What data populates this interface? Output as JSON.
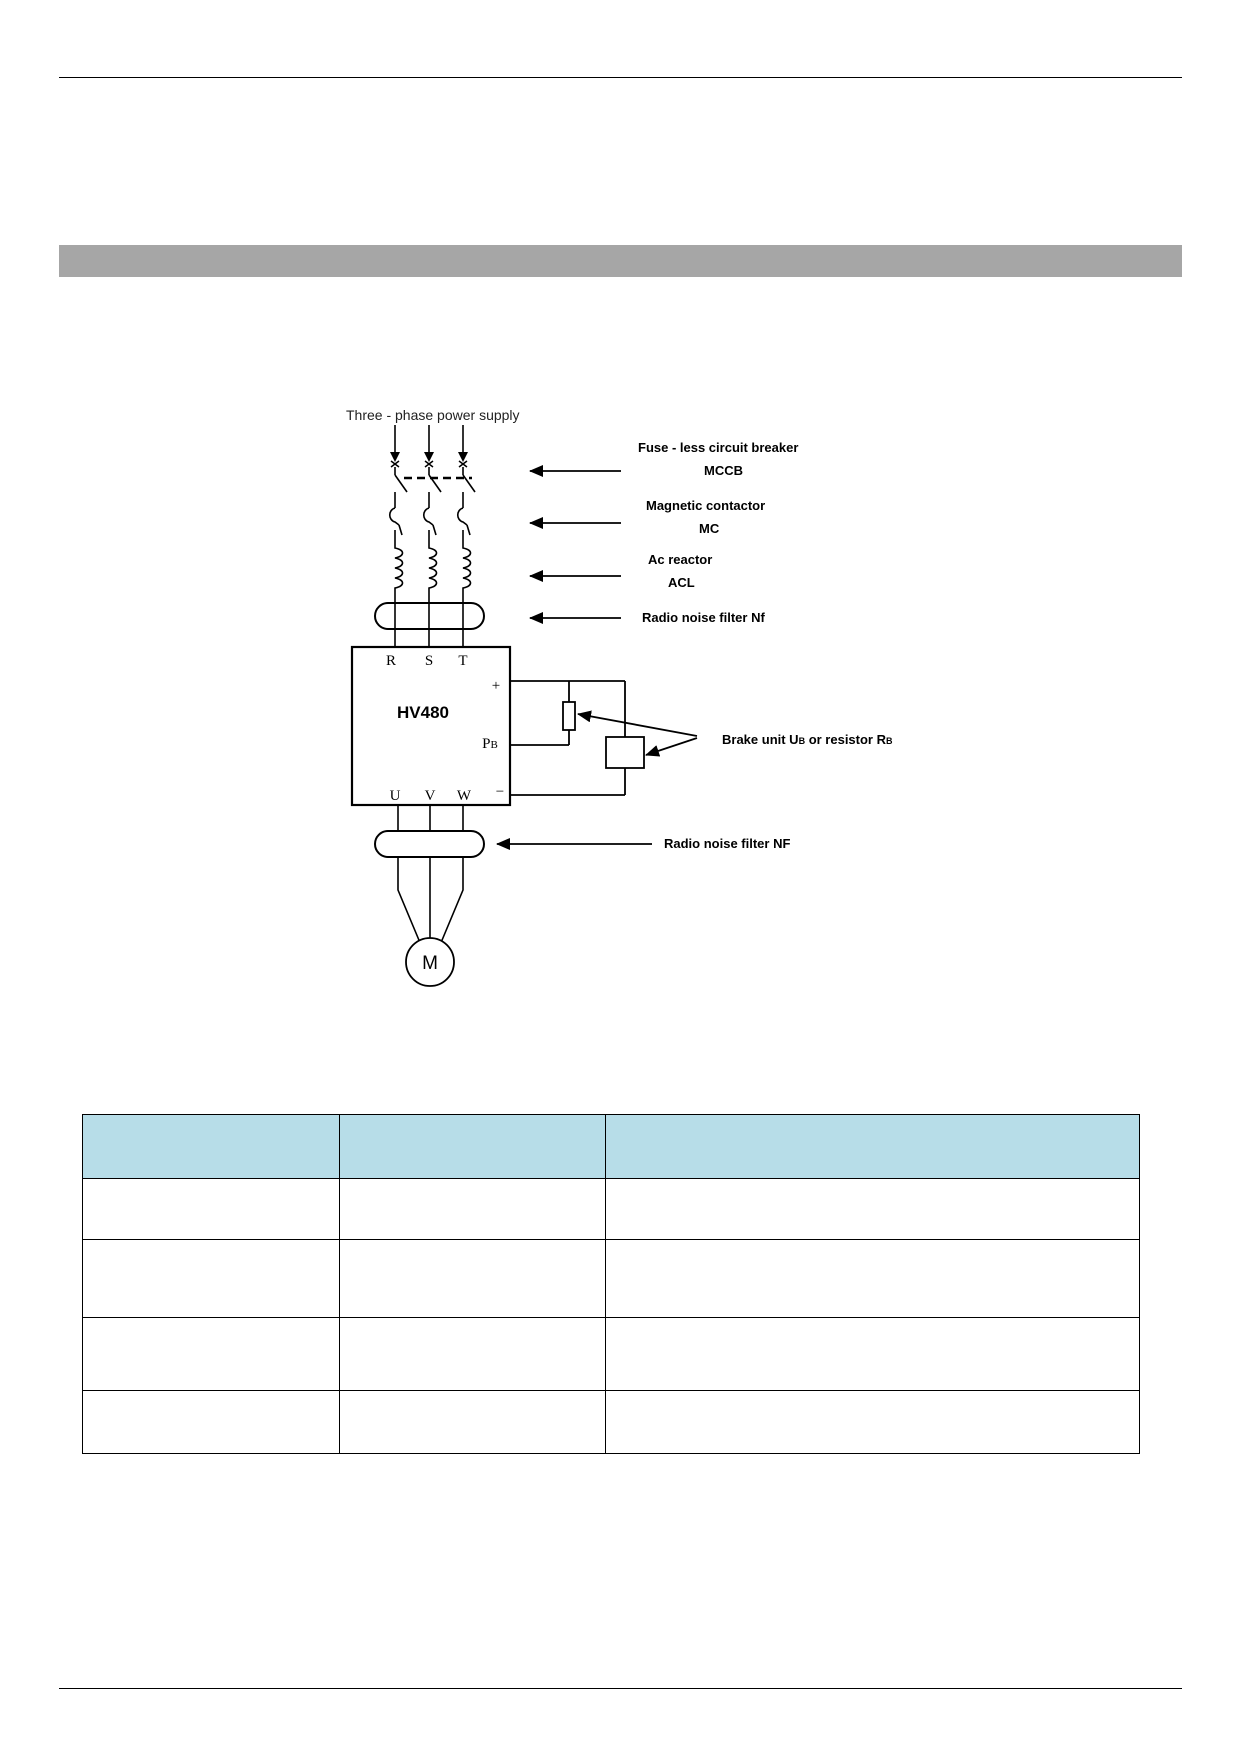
{
  "diagram": {
    "supply_label": "Three - phase power supply",
    "mccb": {
      "name": "Fuse - less circuit breaker",
      "abbr": "MCCB"
    },
    "mc": {
      "name": "Magnetic contactor",
      "abbr": "MC"
    },
    "acl": {
      "name": "Ac reactor",
      "abbr": "ACL"
    },
    "input_filter": "Radio noise filter Nf",
    "drive_model": "HV480",
    "input_terminals": [
      "R",
      "S",
      "T"
    ],
    "output_terminals": [
      "U",
      "V",
      "W"
    ],
    "dc_plus": "+",
    "dc_minus": "−",
    "pb_main": "P",
    "pb_sub": "B",
    "brake": {
      "t1": "Brake unit U",
      "s1": "B",
      "t2": " or resistor R",
      "s2": "B"
    },
    "output_filter": "Radio noise filter NF",
    "motor": "M"
  },
  "table": {
    "rows": [
      [
        "",
        "",
        ""
      ],
      [
        "",
        "",
        ""
      ],
      [
        "",
        "",
        ""
      ],
      [
        "",
        "",
        ""
      ]
    ],
    "header": [
      "",
      "",
      ""
    ]
  }
}
